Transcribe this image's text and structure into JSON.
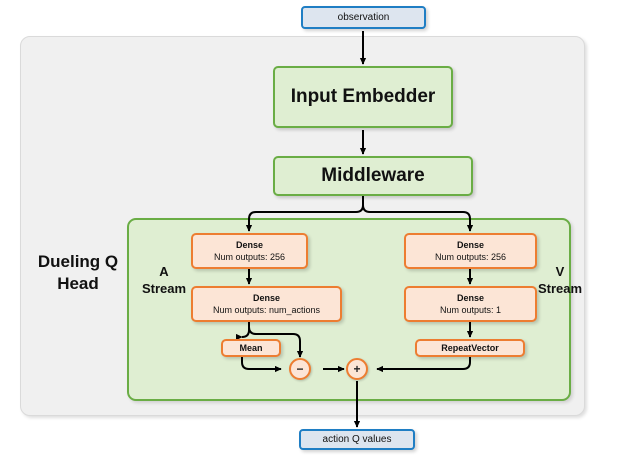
{
  "diagram": {
    "title_label": "Dueling Q Head",
    "input_node": {
      "label": "observation"
    },
    "output_node": {
      "label": "action Q values"
    },
    "backbone": [
      {
        "label": "Input Embedder"
      },
      {
        "label": "Middleware"
      }
    ],
    "streams": {
      "advantage": {
        "label_line1": "A",
        "label_line2": "Stream",
        "nodes": [
          {
            "title": "Dense",
            "sub": "Num outputs: 256"
          },
          {
            "title": "Dense",
            "sub": "Num outputs: num_actions"
          },
          {
            "title": "Mean",
            "sub": ""
          }
        ]
      },
      "value": {
        "label_line1": "V",
        "label_line2": "Stream",
        "nodes": [
          {
            "title": "Dense",
            "sub": "Num outputs: 256"
          },
          {
            "title": "Dense",
            "sub": "Num outputs: 1"
          },
          {
            "title": "RepeatVector",
            "sub": ""
          }
        ]
      }
    },
    "operators": [
      {
        "name": "subtract",
        "symbol": "−"
      },
      {
        "name": "add",
        "symbol": "+"
      }
    ],
    "colors": {
      "io_border": "#1f7ec4",
      "io_fill": "#dde5ef",
      "green_border": "#6aad45",
      "green_fill": "#dfeed2",
      "orange_border": "#ed7d31",
      "orange_fill": "#fce5d6",
      "panel_fill": "#f0f0f0",
      "wire": "#000000"
    }
  }
}
